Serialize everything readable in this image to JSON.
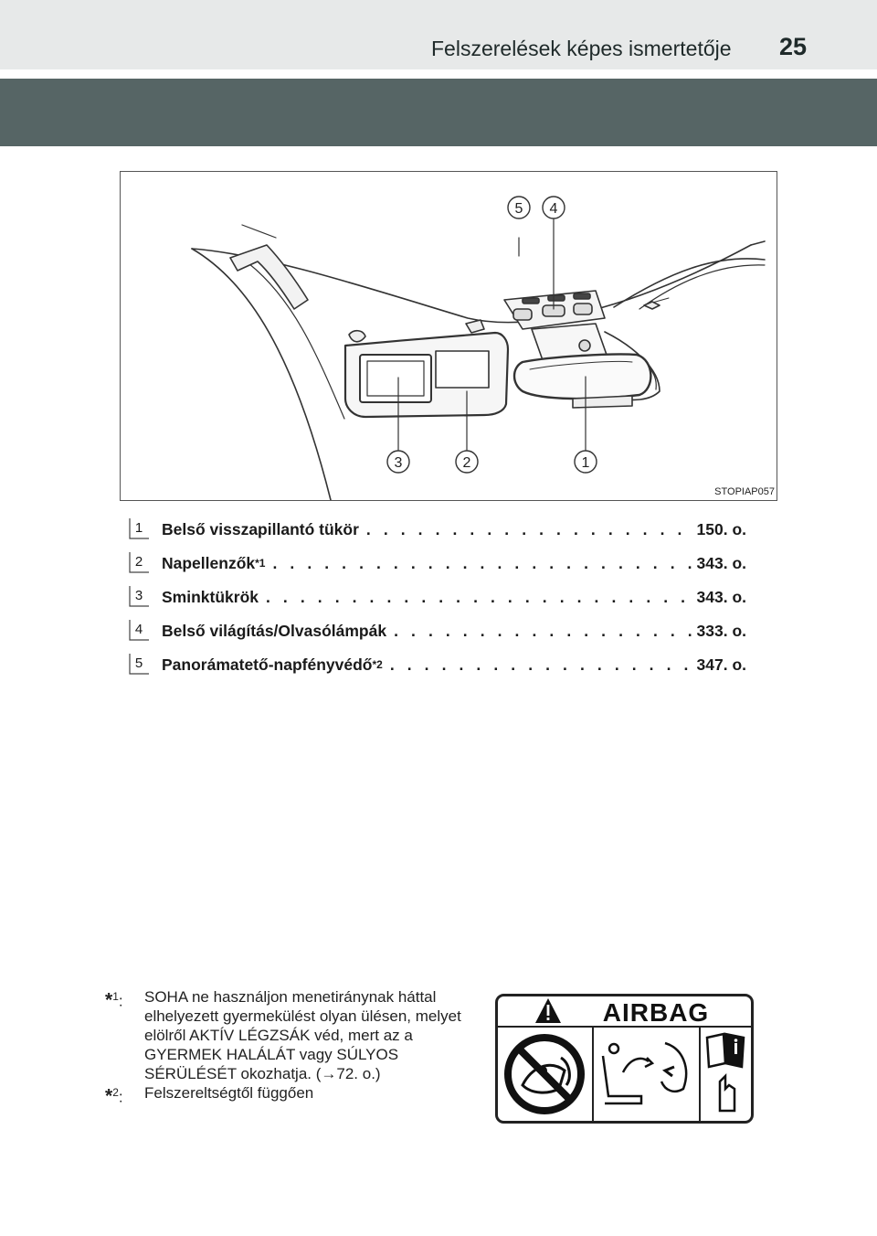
{
  "header": {
    "title": "Felszerelések képes ismertetője",
    "page_number": "25"
  },
  "figure": {
    "code": "STOPIAP057",
    "callouts": [
      "5",
      "4",
      "3",
      "2",
      "1"
    ]
  },
  "items": [
    {
      "num": "1",
      "label": "Belső visszapillantó tükör",
      "sup": "",
      "page": "150. o."
    },
    {
      "num": "2",
      "label": "Napellenzők",
      "sup": "*1",
      "page": "343. o."
    },
    {
      "num": "3",
      "label": "Sminktükrök",
      "sup": "",
      "page": "343. o."
    },
    {
      "num": "4",
      "label": "Belső világítás/Olvasólámpák",
      "sup": "",
      "page": "333. o."
    },
    {
      "num": "5",
      "label": "Panorámatető-napfényvédő",
      "sup": "*2",
      "page": "347. o."
    }
  ],
  "dots": ". . . . . . . . . . . . . . . . . . . . . . . . . . . . . . . . . . . . . . . . . . . . . . . . . . . . . . . .",
  "footnotes": [
    {
      "mark": "*",
      "sup": "1",
      "text": "SOHA ne használjon menetiránynak háttal elhelyezett gyermekülést olyan ülésen, melyet elölről AKTÍV LÉGZSÁK véd, mert az a GYERMEK HALÁLÁT vagy SÚLYOS SÉRÜLÉSÉT okozhatja. (→72. o.)"
    },
    {
      "mark": "*",
      "sup": "2",
      "text": "Felszereltségtől függően"
    }
  ],
  "airbag_label": {
    "title": "AIRBAG"
  },
  "colors": {
    "band": "#566565",
    "strip": "#e7e9e9",
    "text": "#1a1a1a"
  }
}
